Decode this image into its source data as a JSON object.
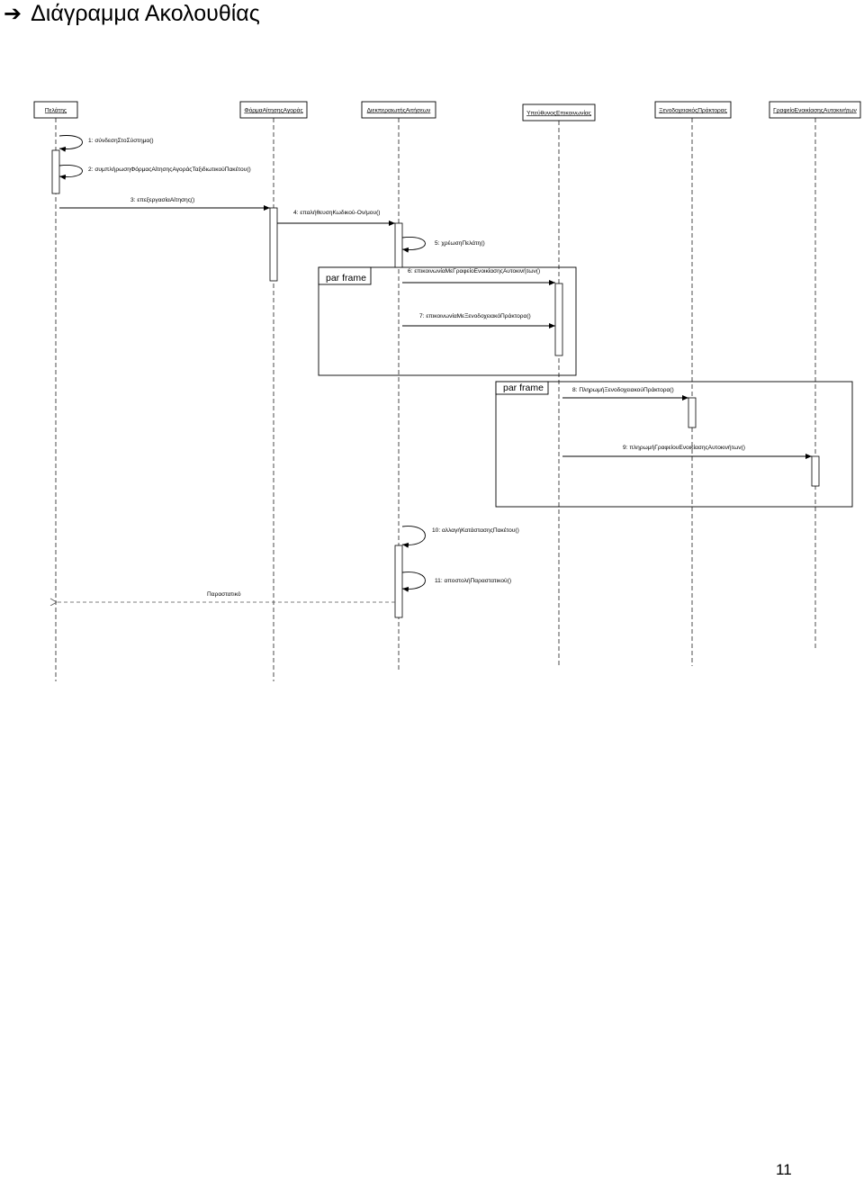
{
  "heading": {
    "arrow_icon": "arrow-right-icon",
    "title": "Διάγραμμα Ακολουθίας"
  },
  "participants": [
    {
      "id": "p0",
      "name": "Πελάτης"
    },
    {
      "id": "p1",
      "name": "ΦόρμαΑίτησηςΑγοράς"
    },
    {
      "id": "p2",
      "name": "ΔιεκπεραιωτήςΑιτήσεων"
    },
    {
      "id": "p3",
      "name": "ΥπεύθυνοςΕπικοινωνίας"
    },
    {
      "id": "p4",
      "name": "ΞενοδοχειακόςΠράκτορας"
    },
    {
      "id": "p5",
      "name": "ΓραφείοΕνοικίασηςΑυτοκινήτων"
    }
  ],
  "messages": [
    {
      "id": "m1",
      "label": "1: σύνδεσηΣτοΣύστημα()",
      "from": "p0",
      "to": "p0",
      "type": "self"
    },
    {
      "id": "m2",
      "label": "2: συμπλήρωσηΦόρμαςΑίτησηςΑγοράςΤαξιδιωτικούΠακέτου()",
      "from": "p0",
      "to": "p0",
      "type": "self"
    },
    {
      "id": "m3",
      "label": "3: επεξεργασίαΑίτησης()",
      "from": "p0",
      "to": "p1",
      "type": "sync"
    },
    {
      "id": "m4",
      "label": "4: επαλήθευσηΚωδικού-Ον/μου()",
      "from": "p1",
      "to": "p2",
      "type": "sync"
    },
    {
      "id": "m5",
      "label": "5: χρέωσηΠελάτη()",
      "from": "p2",
      "to": "p2",
      "type": "self"
    },
    {
      "id": "m6",
      "label": "6: επικοινωνίαΜεΓραφείοΕνοικίασηςΑυτοκινήτων()",
      "from": "p2",
      "to": "p3",
      "type": "sync"
    },
    {
      "id": "m7",
      "label": "7: επικοινωνίαΜεΞενοδοχειακόΠράκτορα()",
      "from": "p2",
      "to": "p3",
      "type": "sync"
    },
    {
      "id": "m8",
      "label": "8: ΠληρωμήΞενοδοχειακούΠράκτορα()",
      "from": "p3",
      "to": "p4",
      "type": "sync"
    },
    {
      "id": "m9",
      "label": "9: πληρωμήΓραφείουΕνοικίασηςΑυτοκινήτων()",
      "from": "p3",
      "to": "p5",
      "type": "sync"
    },
    {
      "id": "m10",
      "label": "10: αλλαγήΚατάστασηςΠακέτου()",
      "from": "p2",
      "to": "p2",
      "type": "self"
    },
    {
      "id": "m11",
      "label": "11: αποστολήΠαραστατικού()",
      "from": "p2",
      "to": "p2",
      "type": "self"
    },
    {
      "id": "m12",
      "label": "Παραστατικό",
      "from": "p2",
      "to": "p0",
      "type": "return"
    }
  ],
  "frames": [
    {
      "id": "f1",
      "label": "par frame"
    },
    {
      "id": "f2",
      "label": "par frame"
    }
  ],
  "page_number": "11"
}
